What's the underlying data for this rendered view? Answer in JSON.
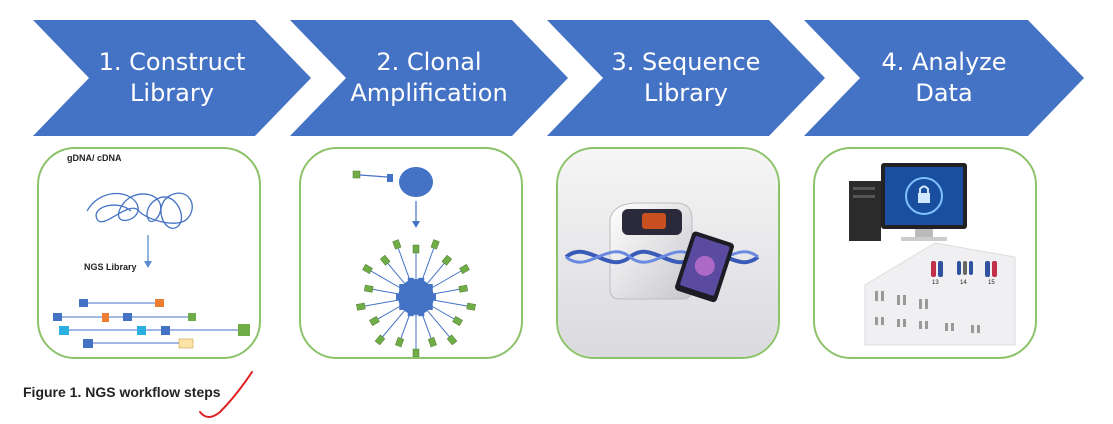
{
  "steps": [
    {
      "line1": "1. Construct",
      "line2": "Library"
    },
    {
      "line1": "2. Clonal",
      "line2": "Amplification"
    },
    {
      "line1": "3. Sequence",
      "line2": "Library"
    },
    {
      "line1": "4. Analyze",
      "line2": "Data"
    }
  ],
  "panel1": {
    "top_label": "gDNA/ cDNA",
    "mid_label": "NGS Library"
  },
  "panel4": {
    "karyotype_labels": [
      "13",
      "14",
      "15"
    ]
  },
  "caption": "Figure 1. NGS workflow steps",
  "colors": {
    "arrow": "#4472c4",
    "panel_border": "#8cc26a",
    "accent_green": "#70ad47",
    "accent_orange": "#ed7d31",
    "accent_cyan": "#2ab0e0",
    "annotation": "#e02020"
  }
}
